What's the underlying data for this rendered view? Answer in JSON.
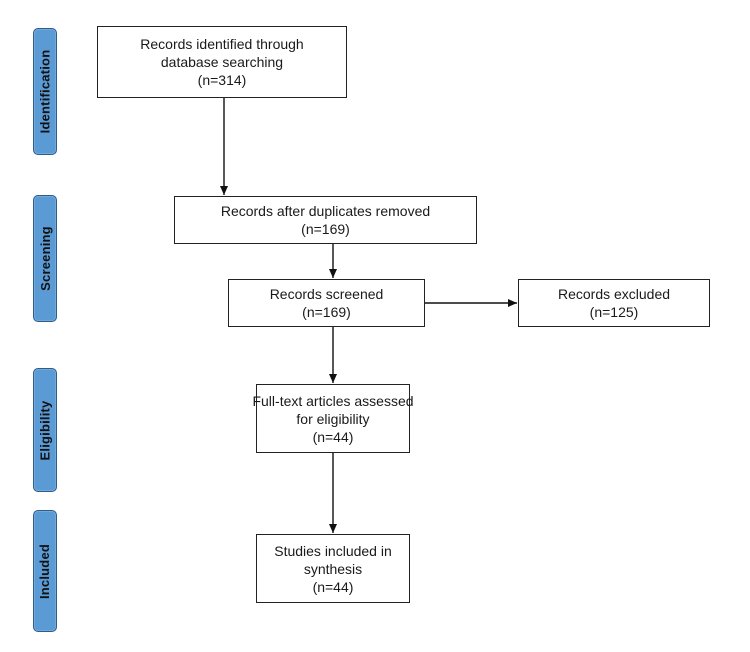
{
  "phases": {
    "identification": "Identification",
    "screening": "Screening",
    "eligibility": "Eligibility",
    "included": "Included"
  },
  "boxes": {
    "identified": {
      "line1": "Records identified through",
      "line2": "database searching",
      "line3": "(n=314)"
    },
    "duplicates_removed": {
      "line1": "Records after duplicates removed",
      "line2": "(n=169)"
    },
    "screened": {
      "line1": "Records screened",
      "line2": "(n=169)"
    },
    "excluded": {
      "line1": "Records excluded",
      "line2": "(n=125)"
    },
    "full_text": {
      "line1": "Full-text articles assessed",
      "line2": "for eligibility",
      "line3": "(n=44)"
    },
    "included": {
      "line1": "Studies included in",
      "line2": "synthesis",
      "line3": "(n=44)"
    }
  },
  "colors": {
    "phase_fill": "#5b9bd5",
    "phase_border": "#2f5d8a",
    "box_border": "#222222",
    "arrow": "#111111"
  }
}
